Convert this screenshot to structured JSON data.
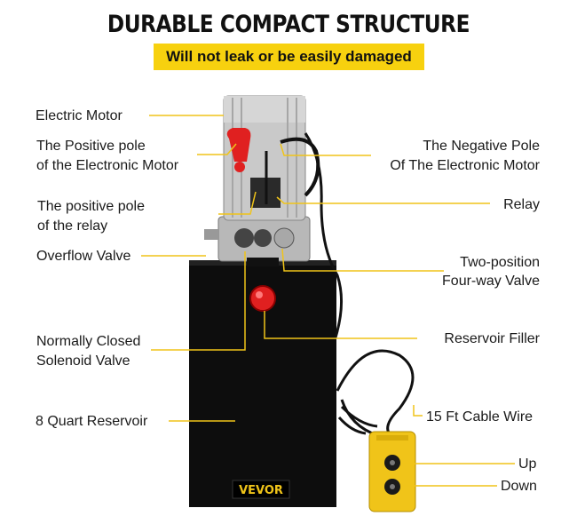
{
  "header": {
    "title": "DURABLE COMPACT STRUCTURE",
    "subtitle": "Will not leak or be easily damaged"
  },
  "colors": {
    "banner": "#f7d10f",
    "leader_line": "#f0c419",
    "reservoir": "#0d0d0d",
    "motor": "#c9c9c9",
    "positive_terminal": "#e02020",
    "pendant": "#f0c419"
  },
  "labels": {
    "electric_motor": "Electric Motor",
    "positive_pole_motor_1": "The Positive pole",
    "positive_pole_motor_2": "of the Electronic Motor",
    "positive_pole_relay_1": "The positive pole",
    "positive_pole_relay_2": "of the relay",
    "overflow_valve": "Overflow Valve",
    "solenoid_valve_1": "Normally Closed",
    "solenoid_valve_2": "Solenoid Valve",
    "reservoir": "8 Quart Reservoir",
    "negative_pole_motor_1": "The Negative Pole",
    "negative_pole_motor_2": "Of The Electronic Motor",
    "relay": "Relay",
    "four_way_valve_1": "Two-position",
    "four_way_valve_2": "Four-way Valve",
    "reservoir_filler": "Reservoir Filler",
    "cable_wire": "15 Ft Cable Wire",
    "up": "Up",
    "down": "Down"
  },
  "product": {
    "brand": "VEVOR"
  }
}
